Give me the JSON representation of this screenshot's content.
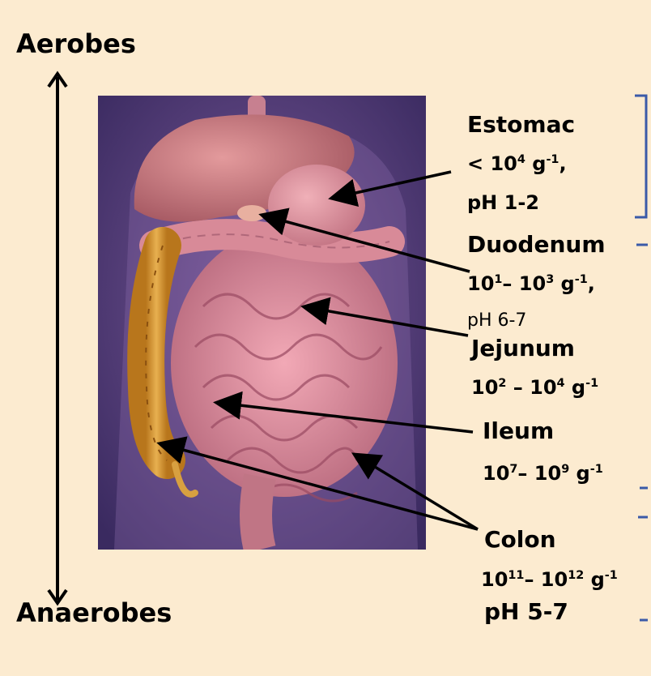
{
  "axis": {
    "top": "Aerobes",
    "bottom": "Anaerobes"
  },
  "organs": [
    {
      "name": "Estomac",
      "count_prefix": "< 10",
      "count_exp": "4",
      "unit": " g",
      "unit_exp": "-1",
      "suffix": ",",
      "ph": "pH 1-2"
    },
    {
      "name": "Duodenum",
      "count_low": "10",
      "count_low_exp": "1",
      "dash": "– ",
      "count_high": "10",
      "count_high_exp": "3",
      "unit": " g",
      "unit_exp": "-1",
      "suffix": ",",
      "ph": "pH 6-7"
    },
    {
      "name": "Jejunum",
      "count_low": "10",
      "count_low_exp": "2",
      "dash": " – ",
      "count_high": "10",
      "count_high_exp": "4",
      "unit": " g",
      "unit_exp": "-1"
    },
    {
      "name": "Ileum",
      "count_low": "10",
      "count_low_exp": "7",
      "dash": "– ",
      "count_high": "10",
      "count_high_exp": "9",
      "unit": " g",
      "unit_exp": "-1"
    },
    {
      "name": "Colon",
      "count_low": "10",
      "count_low_exp": "11",
      "dash": "– ",
      "count_high": "10",
      "count_high_exp": "12",
      "unit": " g",
      "unit_exp": "-1",
      "ph": "pH 5-7"
    }
  ],
  "colors": {
    "background": "#fcebd0",
    "image_bg": "#4a3470",
    "bracket": "#3a5aa8"
  }
}
